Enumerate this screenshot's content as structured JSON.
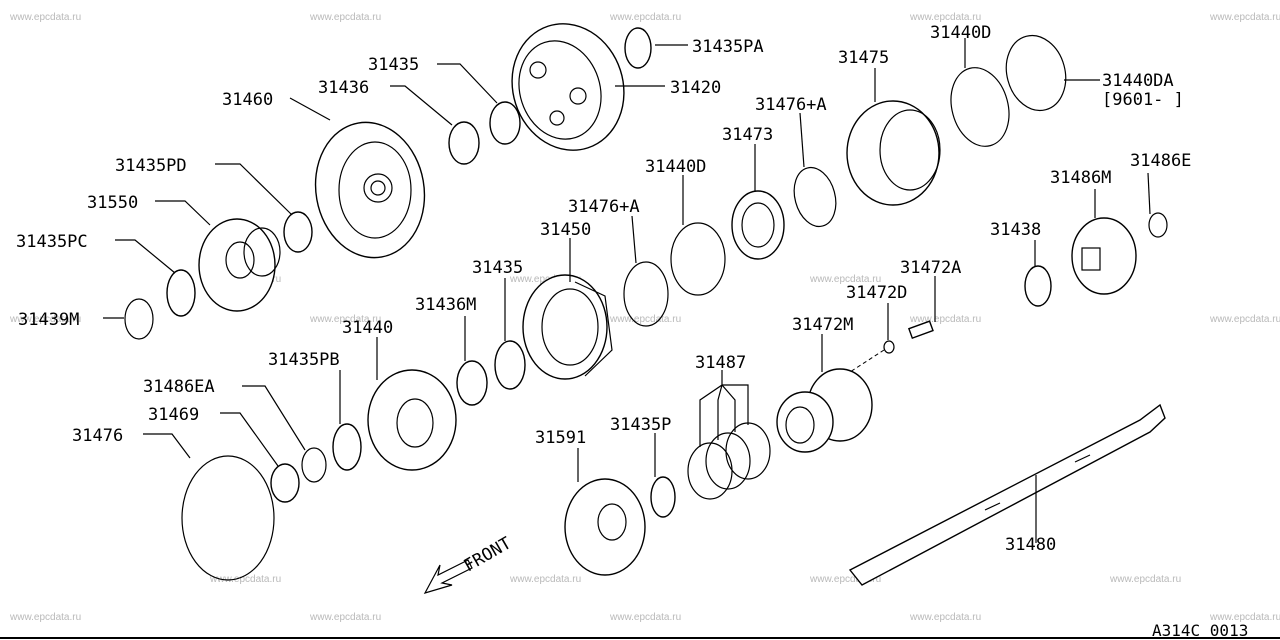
{
  "watermark": "www.epcdata.ru",
  "diagram_code": "A314C 0013",
  "front_label": "FRONT",
  "parts": {
    "p31435PA": "31435PA",
    "p31420": "31420",
    "p31435": "31435",
    "p31436": "31436",
    "p31460": "31460",
    "p31475": "31475",
    "p31440D_top": "31440D",
    "p31440DA": "31440DA",
    "p31440DA_range": "[9601-     ]",
    "p31476A_top": "31476+A",
    "p31473": "31473",
    "p31435PD": "31435PD",
    "p31550": "31550",
    "p31435PC": "31435PC",
    "p31439M": "31439M",
    "p31440D_mid": "31440D",
    "p31476A_mid": "31476+A",
    "p31450": "31450",
    "p31486E": "31486E",
    "p31486M": "31486M",
    "p31438": "31438",
    "p31435_mid": "31435",
    "p31436M": "31436M",
    "p31440": "31440",
    "p31472A": "31472A",
    "p31472D": "31472D",
    "p31472M": "31472M",
    "p31435PB": "31435PB",
    "p31486EA": "31486EA",
    "p31469": "31469",
    "p31476": "31476",
    "p31487": "31487",
    "p31591": "31591",
    "p31435P": "31435P",
    "p31480": "31480"
  }
}
